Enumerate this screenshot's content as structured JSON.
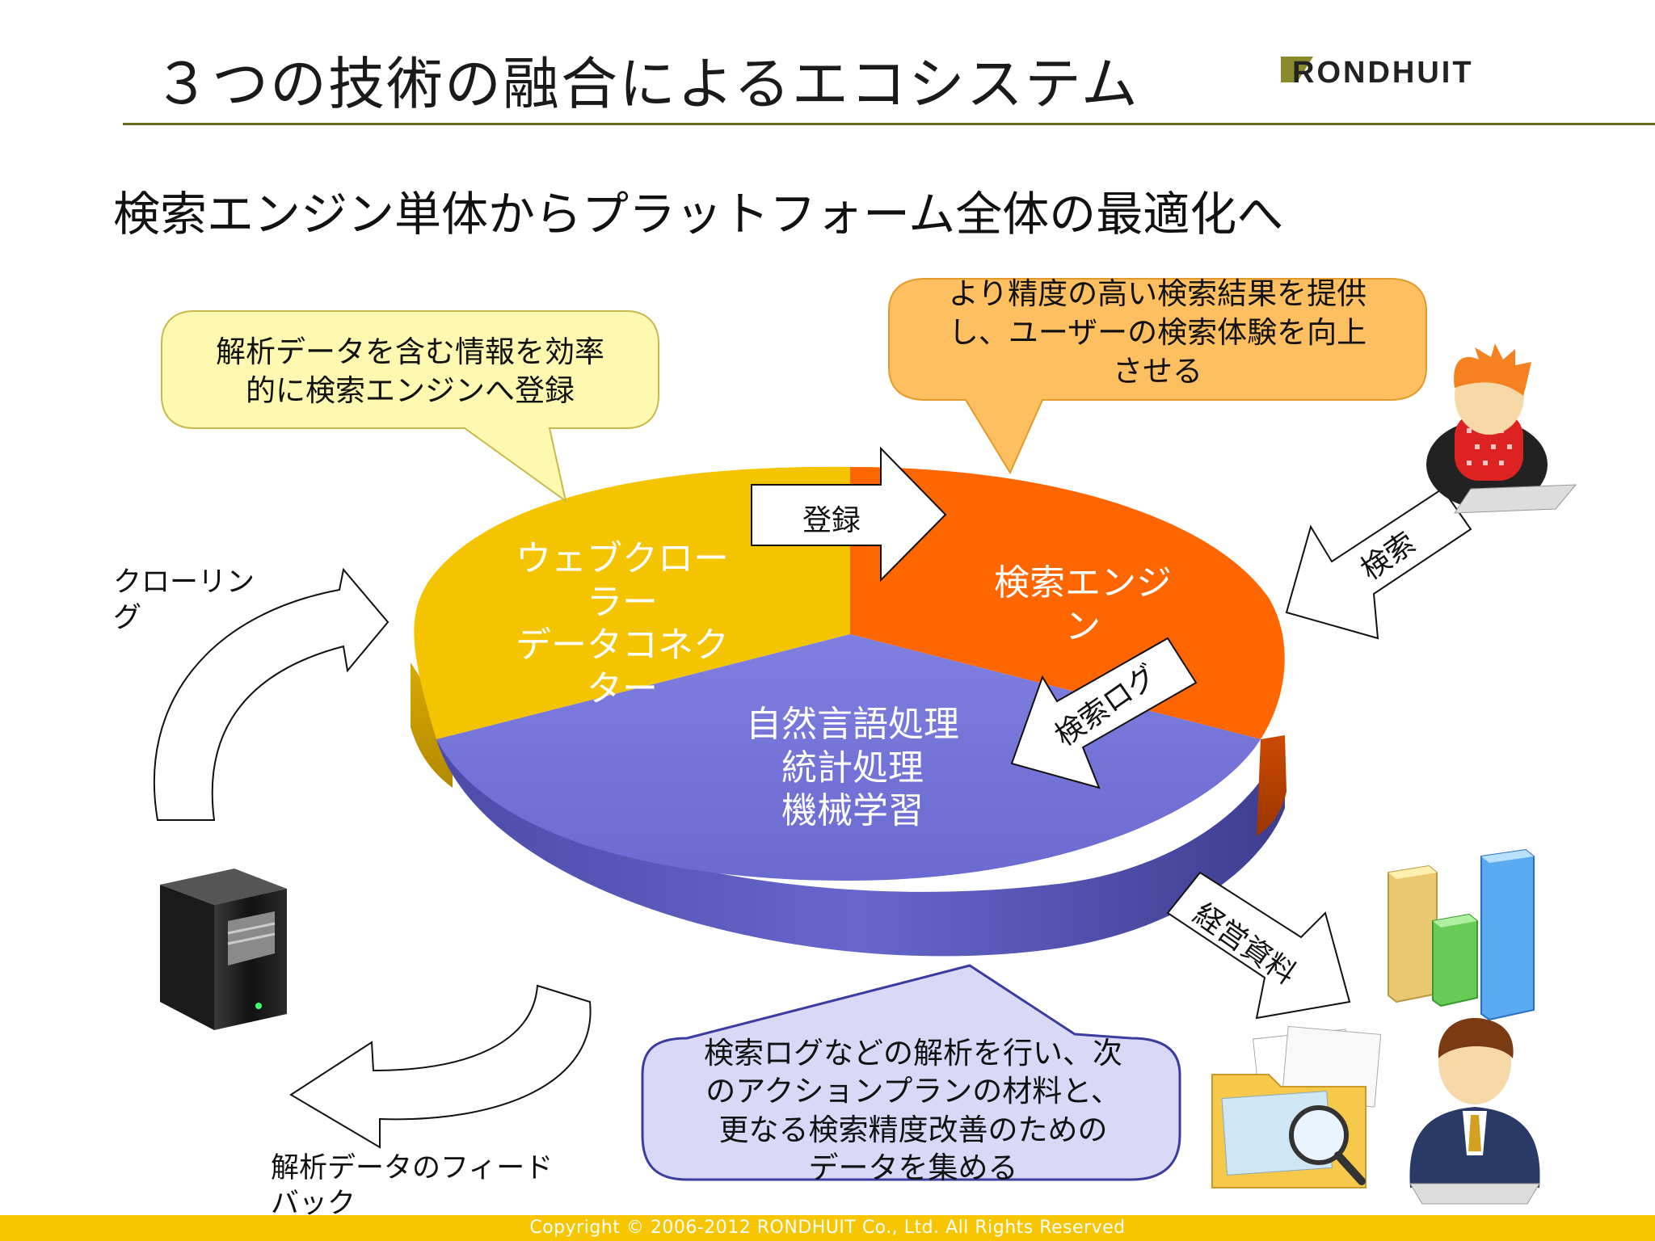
{
  "header": {
    "title": "３つの技術の融合によるエコシステム",
    "logo_text": "RONDHUIT"
  },
  "subtitle": "検索エンジン単体からプラットフォーム全体の最適化へ",
  "pie": {
    "segment_crawler": [
      "ウェブクロー",
      "ラー",
      "データコネク",
      "ター"
    ],
    "segment_engine": [
      "検索エンジ",
      "ン"
    ],
    "segment_nlp": [
      "自然言語処理",
      "統計処理",
      "機械学習"
    ]
  },
  "bubbles": {
    "crawler": [
      "解析データを含む情報を効率",
      "的に検索エンジンへ登録"
    ],
    "engine": [
      "より精度の高い検索結果を提供",
      "し、ユーザーの検索体験を向上",
      "させる"
    ],
    "analysis": [
      "検索ログなどの解析を行い、次",
      "のアクションプランの材料と、",
      "更なる検索精度改善のための",
      "データを集める"
    ]
  },
  "arrows": {
    "register": "登録",
    "search": "検索",
    "search_log": "検索ログ",
    "management": "経営資料"
  },
  "cycle": {
    "crawling": [
      "クローリン",
      "グ"
    ],
    "feedback": [
      "解析データのフィード",
      "バック"
    ]
  },
  "footer": {
    "copyright": "Copyright © 2006-2012 RONDHUIT Co., Ltd. All Rights Reserved"
  },
  "colors": {
    "crawler": "#f5c400",
    "engine": "#ff6600",
    "nlp": "#7777dd",
    "footer": "#f7c600",
    "bubble_yellow": "#fff8b0",
    "bubble_orange": "#fdbf60",
    "bubble_lavender": "#d9d9f7"
  }
}
